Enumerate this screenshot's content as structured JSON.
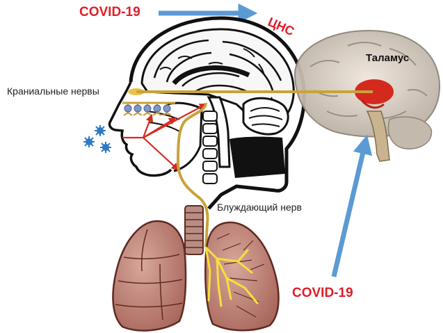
{
  "labels": {
    "covid_top": "COVID-19",
    "cns": "ЦНС",
    "thalamus": "Таламус",
    "cranial_nerves": "Краниальные нервы",
    "vagus_nerve": "Блуждающий нерв",
    "covid_bottom": "COVID-19"
  },
  "colors": {
    "covid_text": "#e01e26",
    "arrow_blue": "#5b9bd5",
    "nerve_gold": "#c9a23a",
    "thalamus_red": "#d42a1e",
    "lung_fill": "#c98f84",
    "lung_outline": "#5e2a22",
    "bronchi_yellow": "#f5e03a"
  }
}
